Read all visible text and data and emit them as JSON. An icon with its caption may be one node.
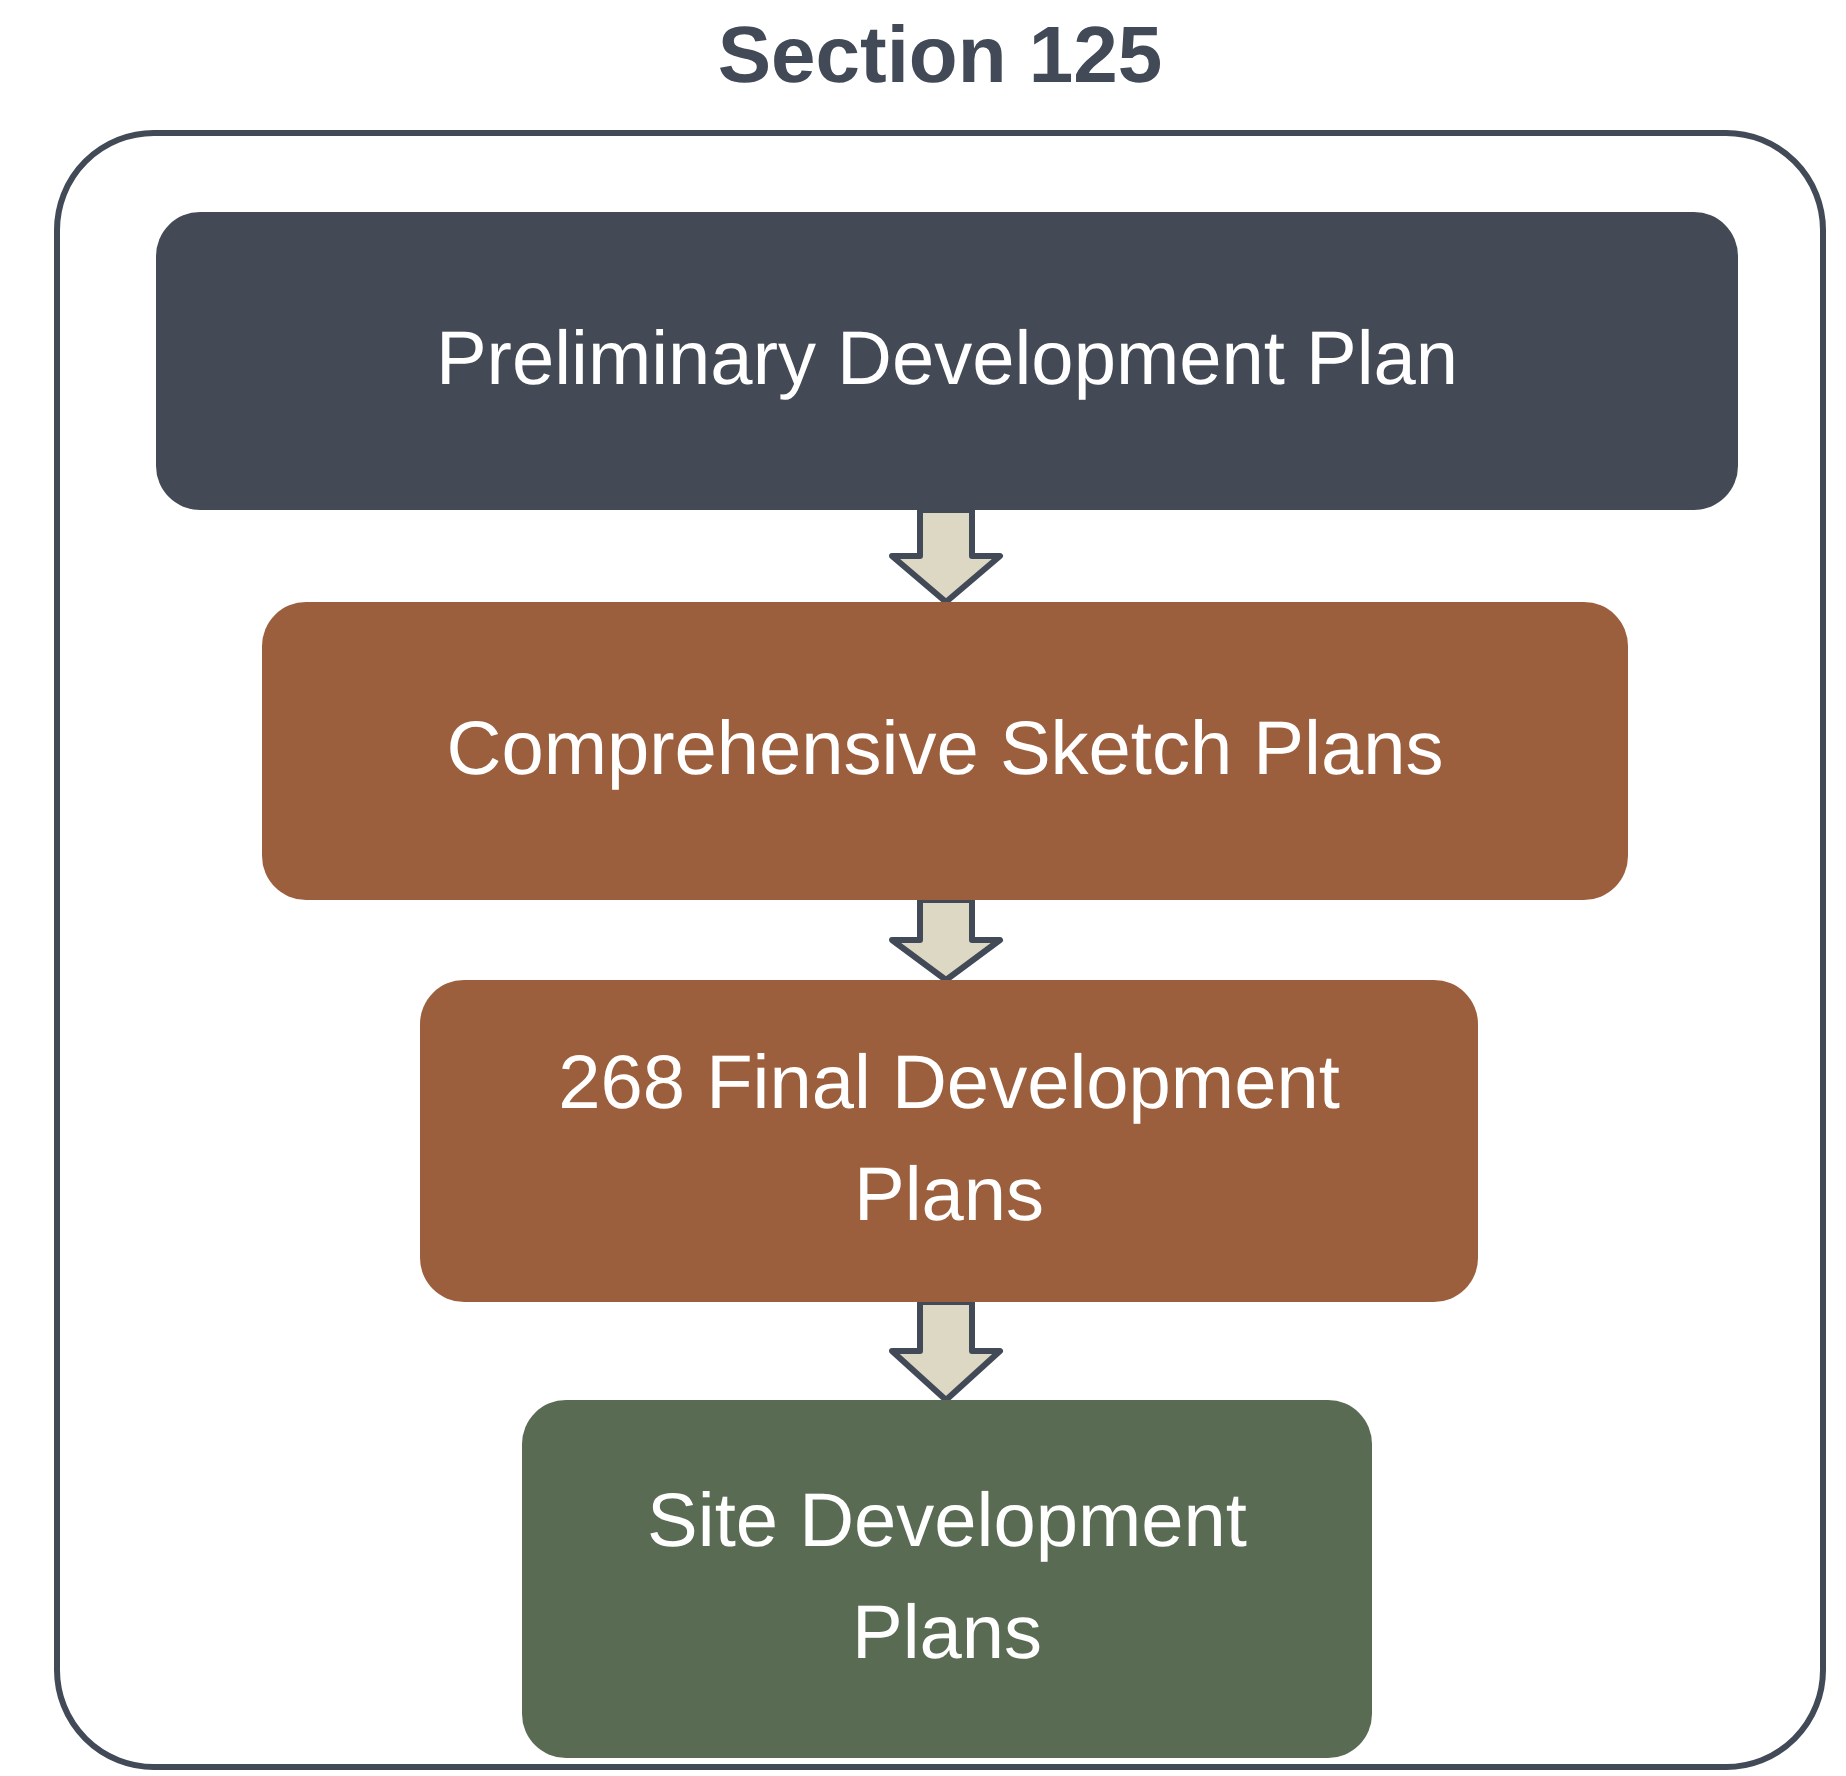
{
  "diagram": {
    "title": "Section 125",
    "nodes": [
      {
        "text": [],
        "shape": "box"
      },
      {
        "text": [
          "Preliminary Development Plan"
        ],
        "in": 0
      },
      {
        "text": [
          "Comprehensive Sketch Plans"
        ],
        "in": 0
      },
      {
        "text": [
          "268 Final Development Plans"
        ],
        "in": 0
      },
      {
        "text": [
          "Site Development Plans"
        ],
        "in": 0
      }
    ],
    "edges": [
      {
        "from": 1,
        "to": 2,
        "arrow": "to"
      },
      {
        "from": 2,
        "to": 3,
        "arrow": "to"
      },
      {
        "from": 3,
        "to": 4,
        "arrow": "to"
      }
    ]
  }
}
